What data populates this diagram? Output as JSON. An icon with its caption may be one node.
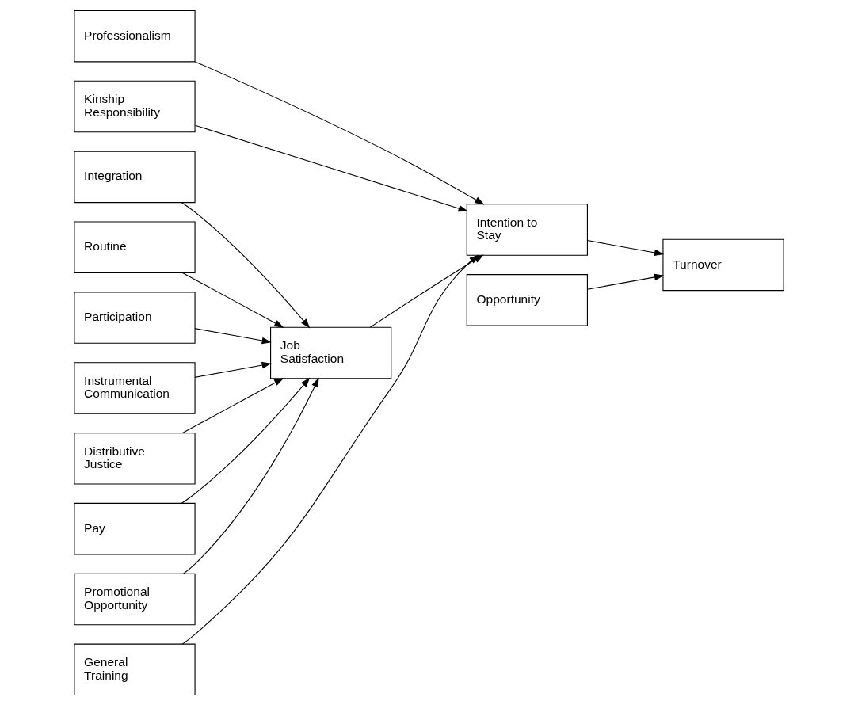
{
  "diagram": {
    "nodes": [
      {
        "text": [
          "Participation"
        ]
      },
      {
        "text": [
          "Integration"
        ]
      },
      {
        "text": [
          "Routine"
        ]
      },
      {
        "text": [
          "Opportunity"
        ]
      },
      {
        "text": [
          "Instrumental Communication"
        ]
      },
      {
        "text": [
          "Distributive Justice"
        ]
      },
      {
        "text": [
          "Job Satisfaction"
        ]
      },
      {
        "text": [
          "Pay"
        ]
      },
      {
        "text": [
          "Promotional Opportunity"
        ]
      },
      {
        "text": [
          "Professionalism"
        ]
      },
      {
        "text": [
          "Intention to Stay"
        ]
      },
      {
        "text": [
          "Turnover"
        ]
      },
      {
        "text": [
          "Kinship Responsibility"
        ]
      },
      {
        "text": [
          "General Training"
        ]
      }
    ],
    "edges": [
      {
        "from": 0,
        "to": 6,
        "arrow": "to"
      },
      {
        "from": 4,
        "to": 6,
        "arrow": "to"
      },
      {
        "from": 5,
        "to": 6,
        "arrow": "to"
      },
      {
        "from": 7,
        "to": 6,
        "arrow": "to"
      },
      {
        "from": 8,
        "to": 6,
        "arrow": "to"
      },
      {
        "from": 1,
        "to": 6,
        "arrow": "to"
      },
      {
        "from": 2,
        "to": 6,
        "arrow": "to"
      },
      {
        "from": 6,
        "to": 10,
        "arrow": "to"
      },
      {
        "from": 9,
        "to": 10,
        "arrow": "to"
      },
      {
        "from": 12,
        "to": 10,
        "arrow": "to"
      },
      {
        "from": 13,
        "to": 10,
        "arrow": "to"
      },
      {
        "from": 10,
        "to": 11,
        "arrow": "to"
      },
      {
        "from": 3,
        "to": 11,
        "arrow": "to"
      }
    ]
  }
}
